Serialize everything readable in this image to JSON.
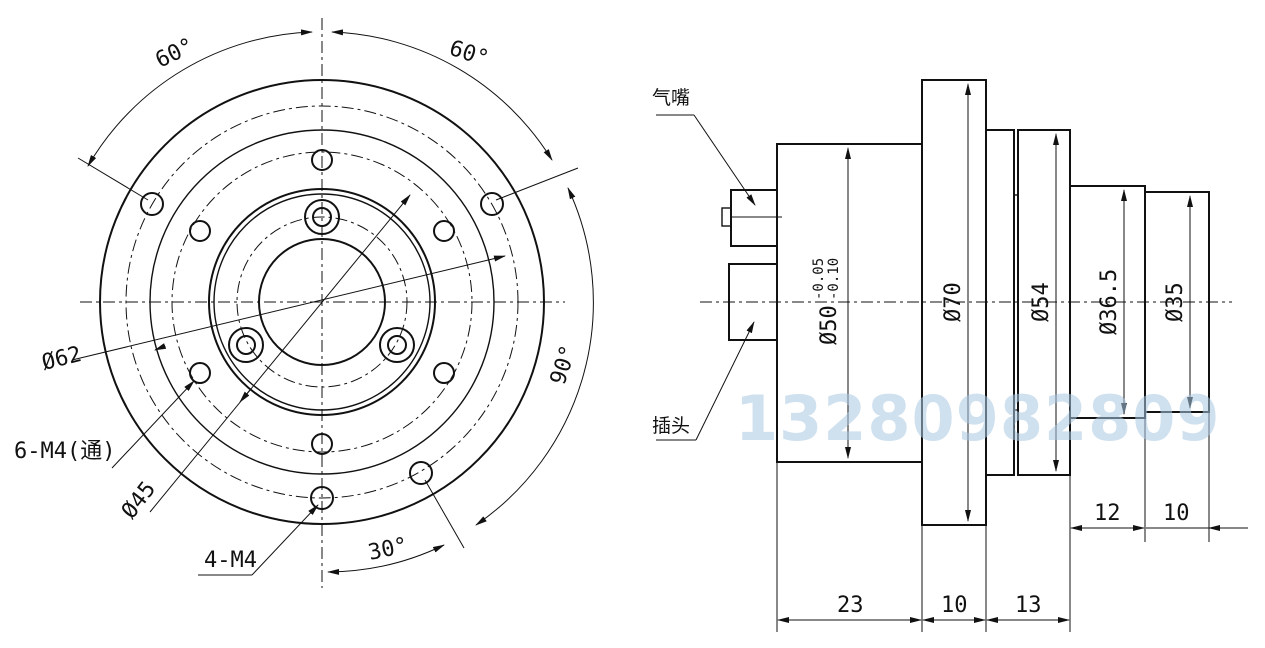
{
  "front_view": {
    "angle_top_left": "60°",
    "angle_top_right": "60°",
    "angle_right": "90°",
    "angle_bottom": "30°",
    "dia_outer": "Ø62",
    "dia_pcd": "Ø45",
    "holes_through": "6-M4(通)",
    "holes_threaded": "4-M4"
  },
  "side_view": {
    "label_air_nozzle": "气嘴",
    "label_plug": "插头",
    "dia_50": "Ø50",
    "tol_upper": "-0.05",
    "tol_lower": "-0.10",
    "dia_70": "Ø70",
    "dia_54": "Ø54",
    "dia_365": "Ø36.5",
    "dia_35": "Ø35",
    "len_23": "23",
    "len_10a": "10",
    "len_13": "13",
    "len_12": "12",
    "len_10b": "10"
  },
  "watermark": "13280982809"
}
